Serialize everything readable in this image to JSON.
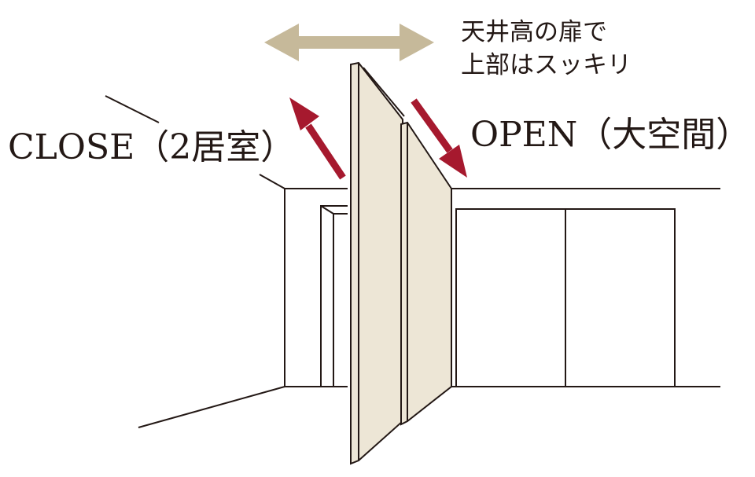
{
  "labels": {
    "close": "CLOSE（2居室）",
    "open": "OPEN（大空間）",
    "note_line1": "天井高の扉で",
    "note_line2": "上部はスッキリ"
  },
  "colors": {
    "line": "#231815",
    "panel_fill": "#ede6d6",
    "red_arrow": "#a6192e",
    "beige_arrow": "#c6b99a",
    "background": "#ffffff"
  }
}
